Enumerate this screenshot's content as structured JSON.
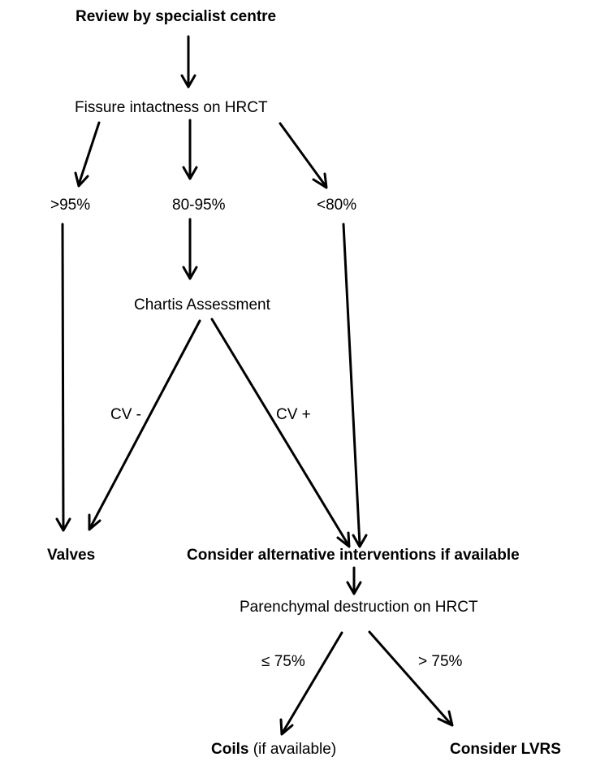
{
  "nodes": {
    "review": "Review by specialist centre",
    "fissure": "Fissure intactness on HRCT",
    "gt95": ">95%",
    "mid": "80-95%",
    "lt80": "<80%",
    "chartis": "Chartis Assessment",
    "valves": "Valves",
    "alternative": "Consider alternative interventions if available",
    "parenchymal": "Parenchymal destruction on HRCT",
    "coils_bold": "Coils",
    "coils_rest": " (if available)",
    "lvrs": "Consider LVRS"
  },
  "edge_labels": {
    "cv_neg": "CV -",
    "cv_pos": "CV +",
    "le75": "≤ 75%",
    "gt75": "> 75%"
  },
  "style": {
    "line_color": "#000000"
  }
}
